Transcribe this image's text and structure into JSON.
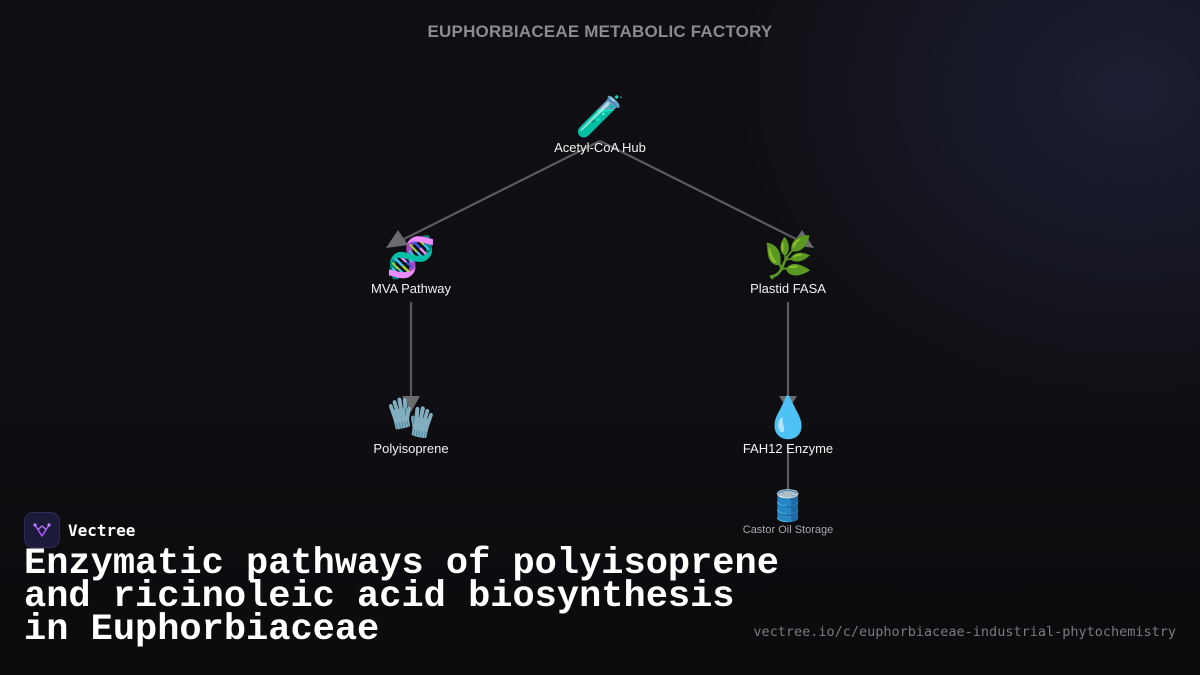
{
  "diagram": {
    "title": "EUPHORBIACEAE METABOLIC FACTORY",
    "nodes": [
      {
        "id": "acetyl",
        "label": "Acetyl-CoA Hub",
        "icon": "test-tube-icon",
        "glyph": "🧪"
      },
      {
        "id": "mva",
        "label": "MVA Pathway",
        "icon": "dna-icon",
        "glyph": "🧬"
      },
      {
        "id": "fasa",
        "label": "Plastid FASA",
        "icon": "herb-icon",
        "glyph": "🌿"
      },
      {
        "id": "poly",
        "label": "Polyisoprene",
        "icon": "gloves-icon",
        "glyph": "🧤"
      },
      {
        "id": "fah12",
        "label": "FAH12 Enzyme",
        "icon": "droplet-icon",
        "glyph": "💧"
      },
      {
        "id": "castor",
        "label": "Castor Oil Storage",
        "icon": "oil-drum-icon",
        "glyph": "🛢️"
      }
    ],
    "edges": [
      {
        "from": "acetyl",
        "to": "mva"
      },
      {
        "from": "acetyl",
        "to": "fasa"
      },
      {
        "from": "mva",
        "to": "poly"
      },
      {
        "from": "fasa",
        "to": "fah12"
      },
      {
        "from": "fah12",
        "to": "castor"
      }
    ],
    "edge_color": "#5a5a5f"
  },
  "brand": {
    "name": "Vectree",
    "accent": "#a855f7"
  },
  "headline": "Enzymatic pathways of polyisoprene and ricinoleic acid biosynthesis in Euphorbiaceae",
  "source_url": "vectree.io/c/euphorbiaceae-industrial-phytochemistry"
}
